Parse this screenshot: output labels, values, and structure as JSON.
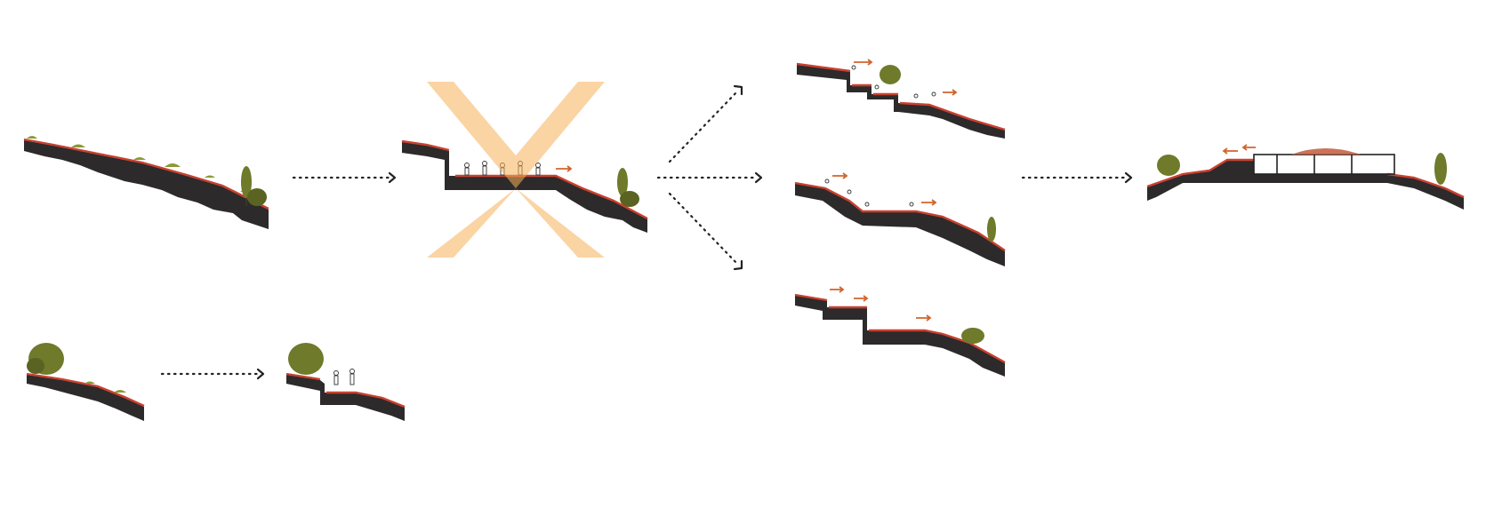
{
  "diagram": {
    "nodes": [
      {
        "id": "slope-natural"
      },
      {
        "id": "slope-flattened-rejected",
        "rejected": true
      },
      {
        "id": "terrace-option-1"
      },
      {
        "id": "terrace-option-2"
      },
      {
        "id": "terrace-option-3"
      },
      {
        "id": "final-building"
      },
      {
        "id": "small-slope-natural"
      },
      {
        "id": "small-slope-terrace"
      }
    ],
    "edges": [
      {
        "from": "slope-natural",
        "to": "slope-flattened-rejected"
      },
      {
        "from": "slope-flattened-rejected",
        "to": "terrace-option-1"
      },
      {
        "from": "slope-flattened-rejected",
        "to": "terrace-option-2"
      },
      {
        "from": "slope-flattened-rejected",
        "to": "terrace-option-3"
      },
      {
        "from": "terrace-option-2",
        "to": "final-building"
      },
      {
        "from": "small-slope-natural",
        "to": "small-slope-terrace"
      }
    ],
    "colors": {
      "rock": "#2d2a2b",
      "soil": "#c9412f",
      "vegetation": "#8a9a36",
      "tree": "#6f7a2a",
      "circulation_arrow": "#d2642c",
      "rejection_cross": "#f7b05a"
    }
  }
}
